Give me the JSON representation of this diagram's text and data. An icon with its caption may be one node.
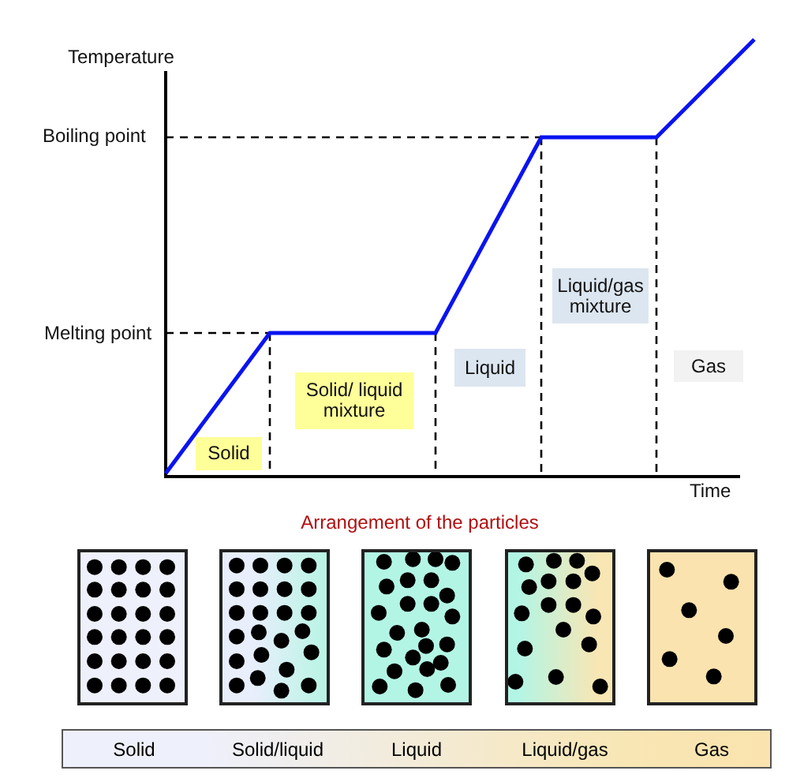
{
  "diagram": {
    "nodes": [
      {
        "text": [
          "Solid"
        ]
      },
      {
        "text": [
          "Solid/ liquid mixture"
        ]
      },
      {
        "text": [
          "Liquid"
        ]
      },
      {
        "text": [
          "Liquid/gas mixture"
        ]
      },
      {
        "text": [
          "Gas"
        ]
      },
      {
        "text": [],
        "shape": "box"
      },
      {
        "text": [],
        "shape": "box"
      },
      {
        "text": [],
        "shape": "box"
      },
      {
        "text": [],
        "shape": "box"
      },
      {
        "text": [],
        "shape": "box"
      },
      {
        "text": [
          "Solid",
          "Solid/liquid",
          "Liquid",
          "Liquid/gas",
          "Gas"
        ]
      }
    ],
    "edges": [],
    "labels": [
      "Temperature",
      "Boiling point",
      "Melting point",
      "Time",
      "Arrangement of the particles"
    ]
  }
}
